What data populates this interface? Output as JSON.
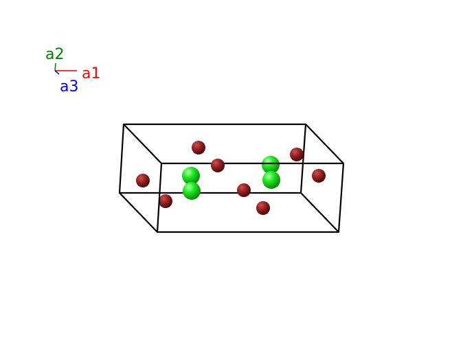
{
  "axes": {
    "a1": {
      "label": "a1",
      "color": "#ff0000"
    },
    "a2": {
      "label": "a2",
      "color": "#008000"
    },
    "a3": {
      "label": "a3",
      "color": "#0000ff"
    }
  },
  "colors": {
    "cell_edge": "#000000",
    "atom_dark_red": "#8b1a1a",
    "atom_green": "#00ee00"
  },
  "legend_elements": []
}
